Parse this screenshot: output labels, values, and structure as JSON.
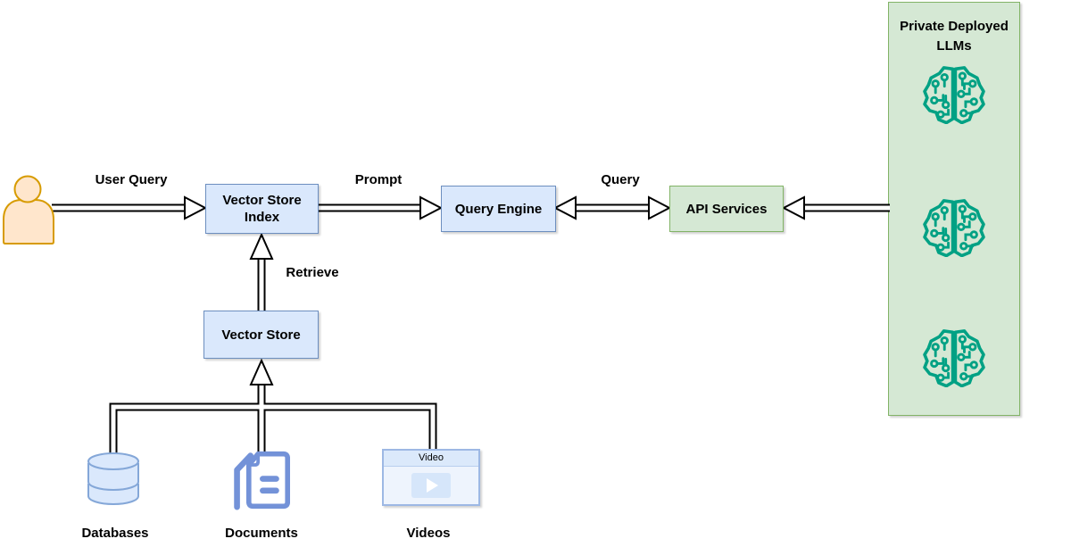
{
  "nodes": {
    "vector_store_index": {
      "label": "Vector Store Index"
    },
    "query_engine": {
      "label": "Query Engine"
    },
    "api_services": {
      "label": "API Services"
    },
    "vector_store": {
      "label": "Vector Store"
    },
    "llm_panel": {
      "title": "Private Deployed LLMs",
      "brain_icon_count": 3
    }
  },
  "edge_labels": {
    "user_query": "User Query",
    "prompt": "Prompt",
    "query": "Query",
    "retrieve": "Retrieve"
  },
  "sources": {
    "databases": {
      "label": "Databases",
      "icon": "database-cylinder-icon"
    },
    "documents": {
      "label": "Documents",
      "icon": "documents-icon"
    },
    "videos": {
      "label": "Videos",
      "icon": "video-player-icon",
      "player_title": "Video"
    }
  },
  "actor": {
    "icon": "person-icon"
  },
  "colors": {
    "node_blue_fill": "#dae8fc",
    "node_blue_border": "#6c8ebf",
    "green_fill": "#d5e8d4",
    "green_border": "#82b366",
    "person_fill": "#ffe6cc",
    "person_border": "#d79b00",
    "brain_icon": "#00a184",
    "document_blue": "#7392d8",
    "database_fill": "#dae8fc",
    "database_border": "#84a7d8",
    "video_border": "#9db8e4",
    "connector_outline": "#000000",
    "connector_fill": "#ffffff"
  }
}
